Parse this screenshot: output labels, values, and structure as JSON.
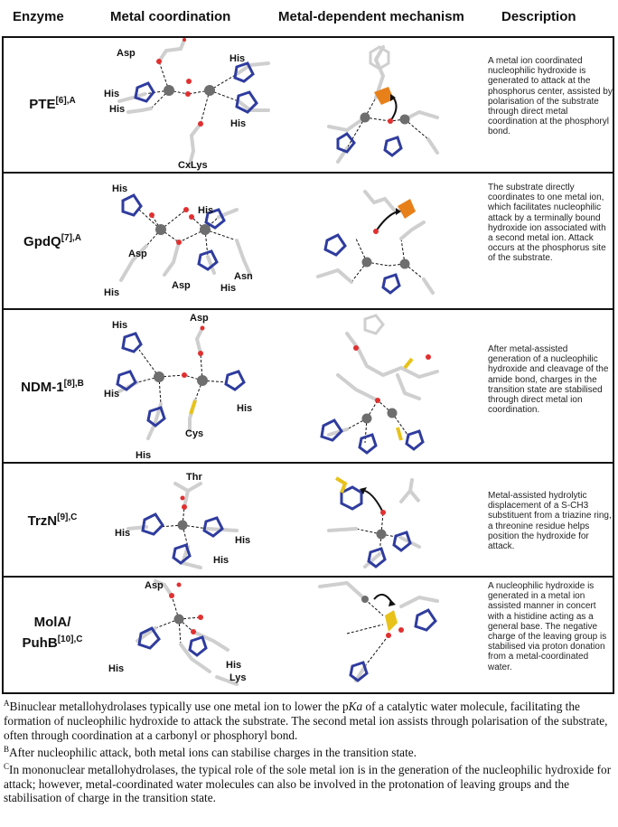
{
  "headers": {
    "enzyme": "Enzyme",
    "coordination": "Metal coordination",
    "mechanism": "Metal-dependent mechanism",
    "description": "Description"
  },
  "rows": [
    {
      "name": "PTE",
      "ref": "[6],A",
      "labels": [
        "Asp",
        "His",
        "His",
        "His",
        "His",
        "CxLys"
      ],
      "description": "A metal ion coordinated nucleophilic hydroxide is generated to attack at the phosphorus center, assisted by polarisation of the substrate through direct metal coordination at the phosphoryl bond."
    },
    {
      "name": "GpdQ",
      "ref": "[7],A",
      "labels": [
        "His",
        "His",
        "Asp",
        "His",
        "Asp",
        "Asn",
        "His"
      ],
      "description": "The substrate directly coordinates to one metal ion, which facilitates nucleophilic attack by a terminally bound hydroxide ion associated with a second metal ion. Attack occurs at the phosphorus site of the substrate."
    },
    {
      "name": "NDM-1",
      "ref": "[8],B",
      "labels": [
        "Asp",
        "His",
        "His",
        "His",
        "Cys",
        "His"
      ],
      "description": "After metal-assisted generation of a nucleophilic hydroxide and cleavage of the amide bond, charges in the transition state are stabilised through direct metal ion coordination."
    },
    {
      "name": "TrzN",
      "ref": "[9],C",
      "labels": [
        "Thr",
        "His",
        "His",
        "His"
      ],
      "description": "Metal-assisted hydrolytic displacement of a S-CH3 substituent from a triazine ring, a threonine residue helps position the hydroxide for attack."
    },
    {
      "name_line1": "MolA/",
      "name_line2": "PuhB",
      "ref": "[10],C",
      "labels": [
        "Asp",
        "His",
        "His",
        "Lys"
      ],
      "description": "A nucleophilic hydroxide is generated in a metal ion assisted manner in concert with a histidine acting as a general base. The negative charge of the leaving group is stabilised via proton donation from a metal-coordinated water."
    }
  ],
  "footnotes": [
    {
      "mark": "A",
      "before": "Binuclear metallohydrolases typically use one metal ion to lower the p",
      "italic": "Ka",
      "after": " of a catalytic water molecule, facilitating the formation of nucleophilic hydroxide to attack the substrate. The second metal ion assists through polarisation of the substrate, often through coordination at a carbonyl or phosphoryl bond."
    },
    {
      "mark": "B",
      "text": "After nucleophilic attack, both metal ions can stabilise charges in the transition state."
    },
    {
      "mark": "C",
      "text": "In mononuclear metallohydrolases, the typical role of the sole metal ion is in the generation of the nucleophilic hydroxide for attack; however, metal-coordinated water molecules can also be involved in the protonation of leaving groups and the stabilisation of charge in the transition state."
    }
  ],
  "colors": {
    "carbon": "#c9c9c9",
    "nitrogen": "#2f3c9e",
    "oxygen": "#e03030",
    "sulfur": "#e8c21a",
    "phosphorus": "#e8801a",
    "metal": "#6e6e6e",
    "water": "#e03030"
  }
}
